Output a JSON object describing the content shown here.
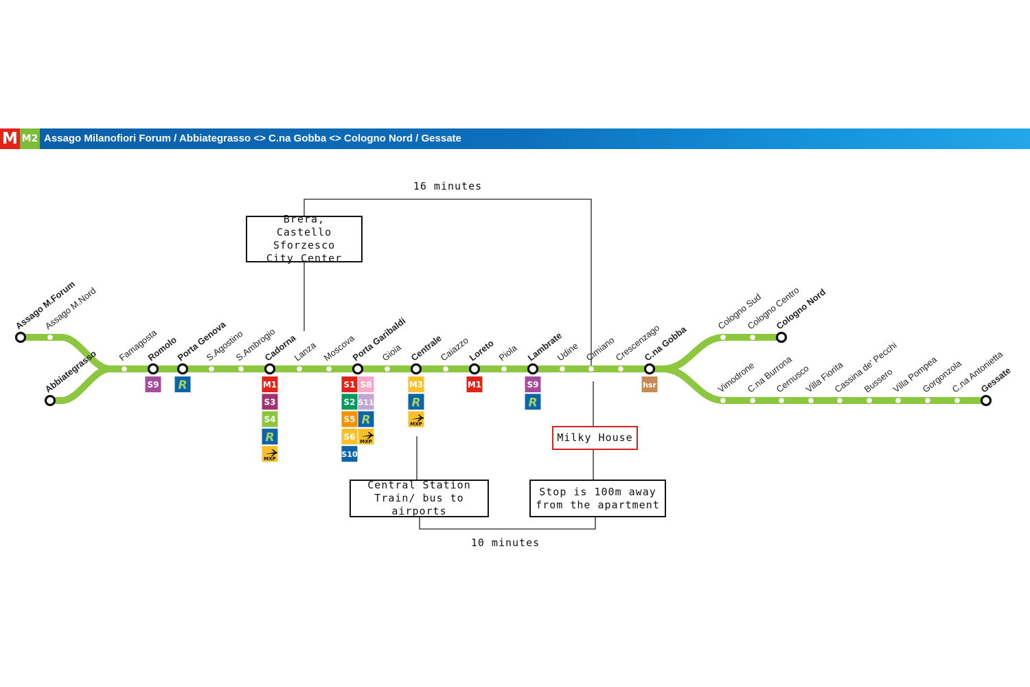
{
  "header": {
    "logo_m": "M",
    "logo_line": "M2",
    "title": "Assago Milanofiori Forum / Abbiategrasso <> C.na Gobba <> Cologno Nord / Gessate"
  },
  "colors": {
    "line": "#8dc63f",
    "station_outline": "#111111",
    "header_blue": "#0d6fbd",
    "callout_red": "#d42222"
  },
  "stations_main": [
    {
      "name": "Famagosta",
      "major": false,
      "badges": []
    },
    {
      "name": "Romolo",
      "major": true,
      "badges": [
        "S9"
      ]
    },
    {
      "name": "Porta Genova",
      "major": true,
      "badges": [
        "R"
      ]
    },
    {
      "name": "S.Agostino",
      "major": false,
      "badges": []
    },
    {
      "name": "S.Ambrogio",
      "major": false,
      "badges": []
    },
    {
      "name": "Cadorna",
      "major": true,
      "badges": [
        "M1",
        "S3",
        "S4",
        "R",
        "MXP"
      ]
    },
    {
      "name": "Lanza",
      "major": false,
      "badges": []
    },
    {
      "name": "Moscova",
      "major": false,
      "badges": []
    },
    {
      "name": "Porta Garibaldi",
      "major": true,
      "badges": [
        "S1",
        "S2",
        "S5",
        "S6",
        "S10"
      ],
      "badges2": [
        "S8",
        "S11",
        "R",
        "MXP"
      ]
    },
    {
      "name": "Gioia",
      "major": false,
      "badges": []
    },
    {
      "name": "Centrale",
      "major": true,
      "badges": [
        "M3",
        "R",
        "MXP"
      ]
    },
    {
      "name": "Caiazzo",
      "major": false,
      "badges": []
    },
    {
      "name": "Loreto",
      "major": true,
      "badges": [
        "M1"
      ]
    },
    {
      "name": "Piola",
      "major": false,
      "badges": []
    },
    {
      "name": "Lambrate",
      "major": true,
      "badges": [
        "S9",
        "R"
      ]
    },
    {
      "name": "Udine",
      "major": false,
      "badges": []
    },
    {
      "name": "Cimiano",
      "major": false,
      "badges": []
    },
    {
      "name": "Crescenzago",
      "major": false,
      "badges": []
    },
    {
      "name": "C.na Gobba",
      "major": true,
      "badges": [
        "hsr"
      ]
    }
  ],
  "west_upper": [
    {
      "name": "Assago M.Forum",
      "major": true
    },
    {
      "name": "Assago M.Nord",
      "major": false
    }
  ],
  "west_lower": [
    {
      "name": "Abbiategrasso",
      "major": true
    }
  ],
  "east_upper": [
    {
      "name": "Cologno Sud",
      "major": false
    },
    {
      "name": "Cologno Centro",
      "major": false
    },
    {
      "name": "Cologno Nord",
      "major": true
    }
  ],
  "east_lower": [
    {
      "name": "Vimodrone",
      "major": false
    },
    {
      "name": "C.na Burrona",
      "major": false
    },
    {
      "name": "Cernusco",
      "major": false
    },
    {
      "name": "Villa Fiorita",
      "major": false
    },
    {
      "name": "Cassina de' Pecchi",
      "major": false
    },
    {
      "name": "Bussero",
      "major": false
    },
    {
      "name": "Villa Pompea",
      "major": false
    },
    {
      "name": "Gorgonzola",
      "major": false
    },
    {
      "name": "C.na Antonietta",
      "major": false
    },
    {
      "name": "Gessate",
      "major": true
    }
  ],
  "badge_colors": {
    "S1": "#e2231a",
    "S2": "#009a5d",
    "S3": "#a0336f",
    "S4": "#8cc63f",
    "S5": "#f39200",
    "S6": "#f8c12c",
    "S8": "#f5a8c8",
    "S9": "#a54c9c",
    "S10": "#0f64a8",
    "S11": "#c3a7d2",
    "M1": "#e2231a",
    "M3": "#f8c12c",
    "R": "#0f64a8",
    "MXP": "#f8c12c",
    "hsr": "#c98a54"
  },
  "annotations": {
    "brera_box": "Brera,\nCastello Sforzesco\nCity Center",
    "central_box": "Central Station\nTrain/ bus to airports",
    "stop_box": "Stop is 100m away\nfrom the apartment",
    "milky_box": "Milky House",
    "top_time": "16 minutes",
    "bottom_time": "10 minutes"
  }
}
